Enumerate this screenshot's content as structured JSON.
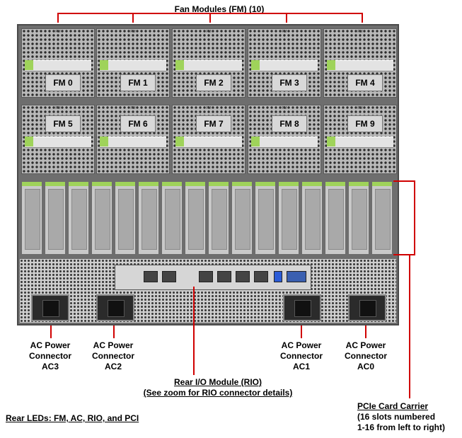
{
  "title_fan": "Fan Modules (FM) (10)",
  "fans": [
    "FM 0",
    "FM 1",
    "FM 2",
    "FM 3",
    "FM 4",
    "FM 5",
    "FM 6",
    "FM 7",
    "FM 8",
    "FM 9"
  ],
  "fan_cap": "FM",
  "ac": [
    {
      "l1": "AC Power",
      "l2": "Connector",
      "l3": "AC3"
    },
    {
      "l1": "AC Power",
      "l2": "Connector",
      "l3": "AC2"
    },
    {
      "l1": "AC Power",
      "l2": "Connector",
      "l3": "AC1"
    },
    {
      "l1": "AC Power",
      "l2": "Connector",
      "l3": "AC0"
    }
  ],
  "rio": {
    "l1": "Rear I/O Module (RIO)",
    "l2": "(See zoom for RIO connector details)"
  },
  "pci": {
    "l1": "PCIe Card Carrier",
    "l2": "(16 slots numbered",
    "l3": "1-16 from left to right)"
  },
  "leds": "Rear LEDs:  FM, AC, RIO, and PCI",
  "colors": {
    "callout": "#d00000",
    "latch": "#9fd35a"
  }
}
